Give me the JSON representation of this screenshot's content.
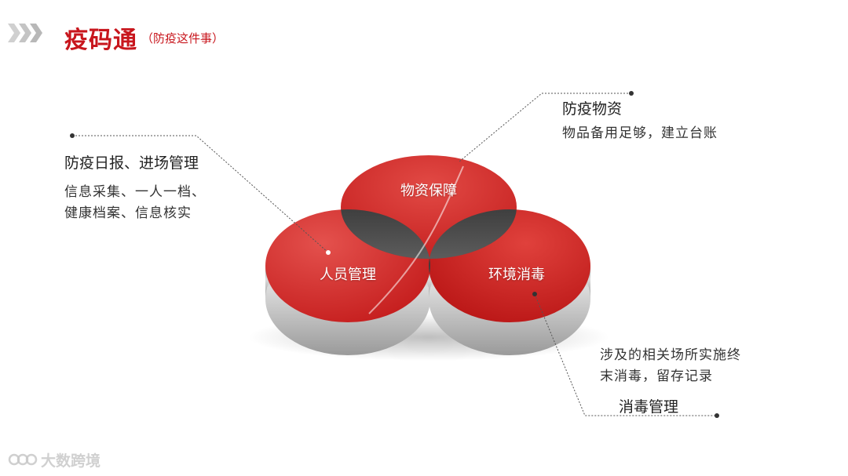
{
  "header": {
    "title": "疫码通",
    "subtitle": "（防疫这件事）"
  },
  "diagram": {
    "circles": {
      "top": "物资保障",
      "left": "人员管理",
      "right": "环境消毒"
    },
    "callouts": {
      "left": {
        "heading": "防疫日报、进场管理",
        "text": "信息采集、一人一档、\n健康档案、信息核实"
      },
      "top": {
        "heading": "防疫物资",
        "text": "物品备用足够，建立台账"
      },
      "bottom": {
        "heading": "消毒管理",
        "text": "涉及的相关场所实施终\n末消毒，留存记录"
      }
    },
    "colors": {
      "red": "#d42a2a",
      "dark": "#2b2b2b",
      "side": "#a8a8a8"
    }
  },
  "watermark": {
    "text": "大数跨境"
  }
}
